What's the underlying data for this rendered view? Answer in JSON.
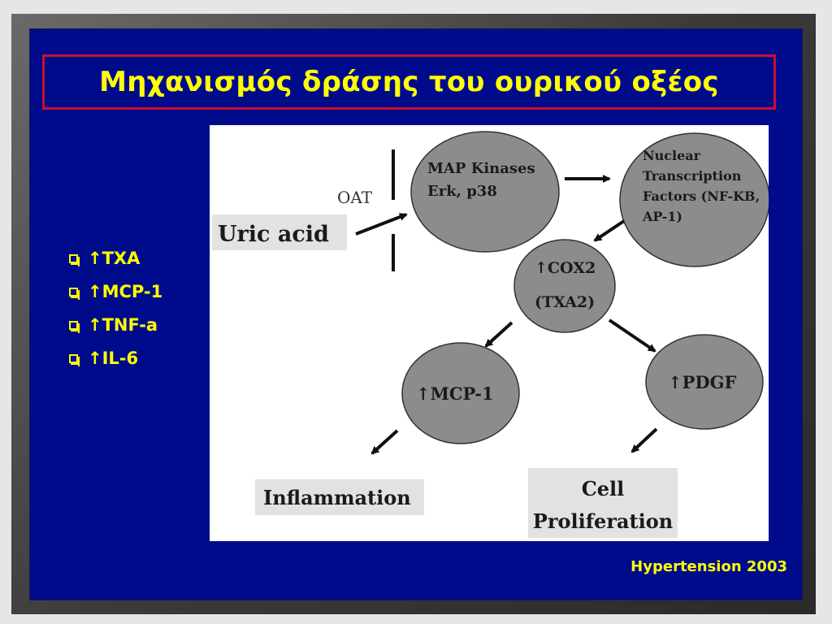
{
  "slide": {
    "title": "Μηχανισμός δράσης του ουρικού οξέος",
    "bullets": [
      "↑TXA",
      "↑MCP-1",
      "↑TNF-a",
      "↑IL-6"
    ],
    "footer": "Hypertension 2003"
  },
  "diagram": {
    "oat_label": "OAT",
    "uric_acid": "Uric acid",
    "map_kinases": [
      "MAP Kinases",
      "Erk, p38"
    ],
    "nuclear": [
      "Nuclear",
      "Transcription",
      "Factors (NF-KB,",
      "AP-1)"
    ],
    "cox2": [
      "↑COX2",
      "(TXA2)"
    ],
    "mcp1": "↑MCP-1",
    "pdgf": "↑PDGF",
    "inflammation": "Inflammation",
    "cell_prolif": [
      "Cell",
      "Proliferation"
    ]
  },
  "colors": {
    "background": "#000b8c",
    "accent_text": "#ffff00",
    "title_border": "#c8102e",
    "node_fill": "#8c8c8c",
    "label_box": "#e2e2e2"
  }
}
